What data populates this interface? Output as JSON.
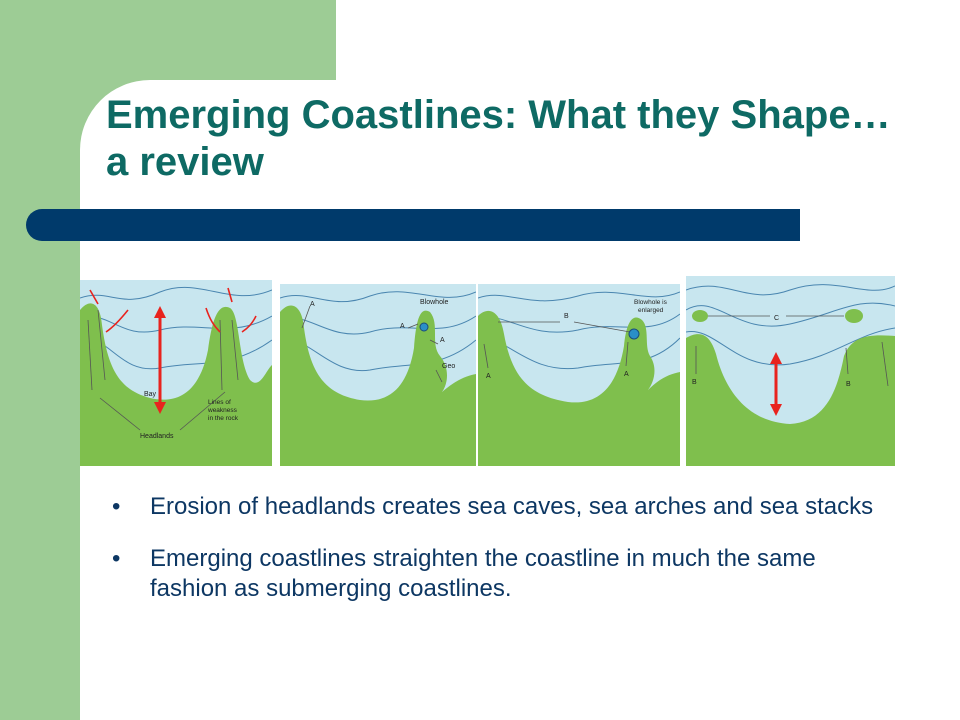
{
  "slide": {
    "title": "Emerging Coastlines: What they Shape…a review",
    "bullets": [
      "Erosion of headlands creates sea caves, sea arches and sea stacks",
      "Emerging coastlines straighten the coastline in much the same fashion as submerging coastlines."
    ],
    "bullet_glyph": "•"
  },
  "diagrams": {
    "panel1": {
      "bay": "Bay",
      "headlands": "Headlands",
      "weakness_1": "Lines of",
      "weakness_2": "weakness",
      "weakness_3": "in the rock"
    },
    "panel2": {
      "a_top": "A",
      "blowhole": "Blowhole",
      "a_left": "A",
      "a_right": "A",
      "geo": "Geo"
    },
    "panel3": {
      "b": "B",
      "blowhole_1": "Blowhole is",
      "blowhole_2": "enlarged",
      "a_left": "A",
      "a_right": "A"
    },
    "panel4": {
      "c": "C",
      "b_left": "B",
      "b_right": "B"
    }
  },
  "colors": {
    "sidebar": "#9dcc95",
    "title": "#0e6a64",
    "rule": "#003a6b",
    "bullet_text": "#0d3763",
    "sea": "#c8e6ef",
    "land": "#7fbf4d",
    "arrow": "#e8231e"
  }
}
